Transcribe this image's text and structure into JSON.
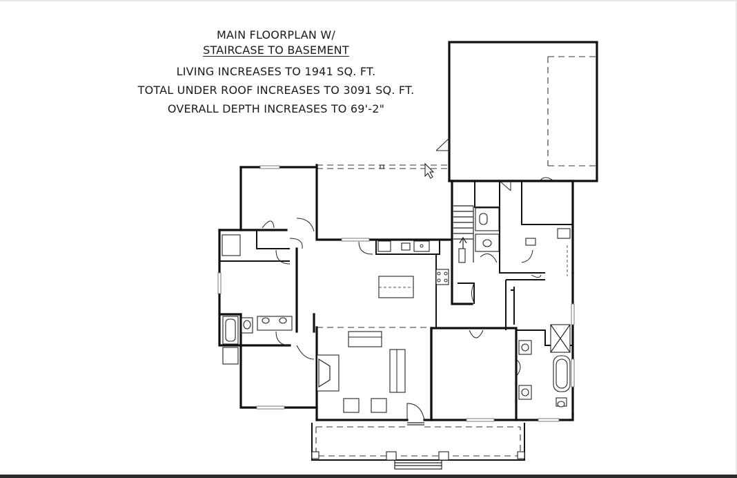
{
  "title": {
    "line1": "MAIN FLOORPLAN W/",
    "line2": "STAIRCASE TO BASEMENT"
  },
  "specs": [
    "LIVING INCREASES TO 1941 SQ. FT.",
    "TOTAL UNDER ROOF INCREASES TO 3091 SQ. FT.",
    "OVERALL DEPTH INCREASES TO 69'-2\""
  ]
}
